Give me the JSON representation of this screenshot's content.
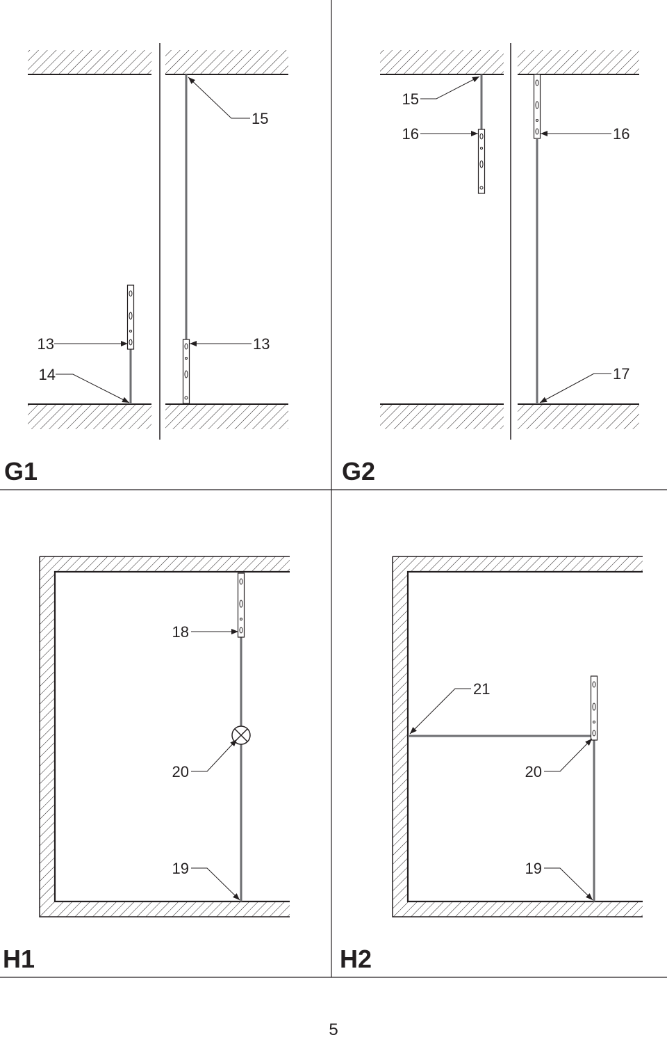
{
  "panels": {
    "g1": {
      "title": "G1",
      "labels": {
        "a13": "13",
        "a14": "14",
        "b15": "15",
        "b13": "13"
      }
    },
    "g2": {
      "title": "G2",
      "labels": {
        "a15": "15",
        "a16": "16",
        "b16": "16",
        "b17": "17"
      }
    },
    "h1": {
      "title": "H1",
      "labels": {
        "l18": "18",
        "l20": "20",
        "l19": "19"
      }
    },
    "h2": {
      "title": "H2",
      "labels": {
        "l21": "21",
        "l20": "20",
        "l19": "19"
      }
    }
  },
  "page_number": "5"
}
